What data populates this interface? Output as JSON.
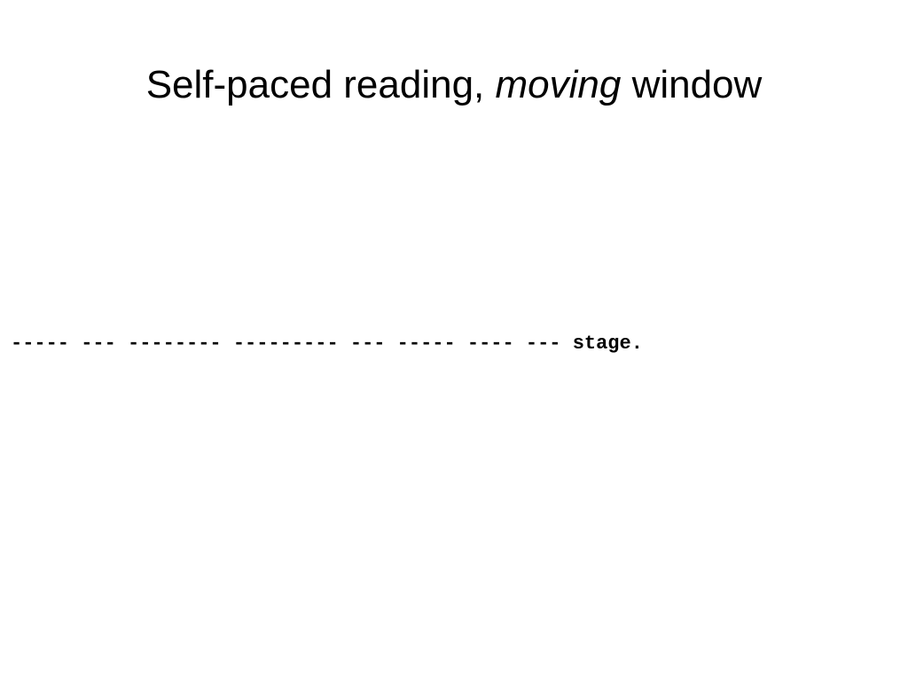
{
  "slide": {
    "title": {
      "before": "Self-paced reading, ",
      "emphasis": "moving",
      "after": " window"
    },
    "sentence": {
      "masked": "----- --- -------- --------- --- ----- ---- --- ",
      "visible_word": "stage."
    }
  }
}
